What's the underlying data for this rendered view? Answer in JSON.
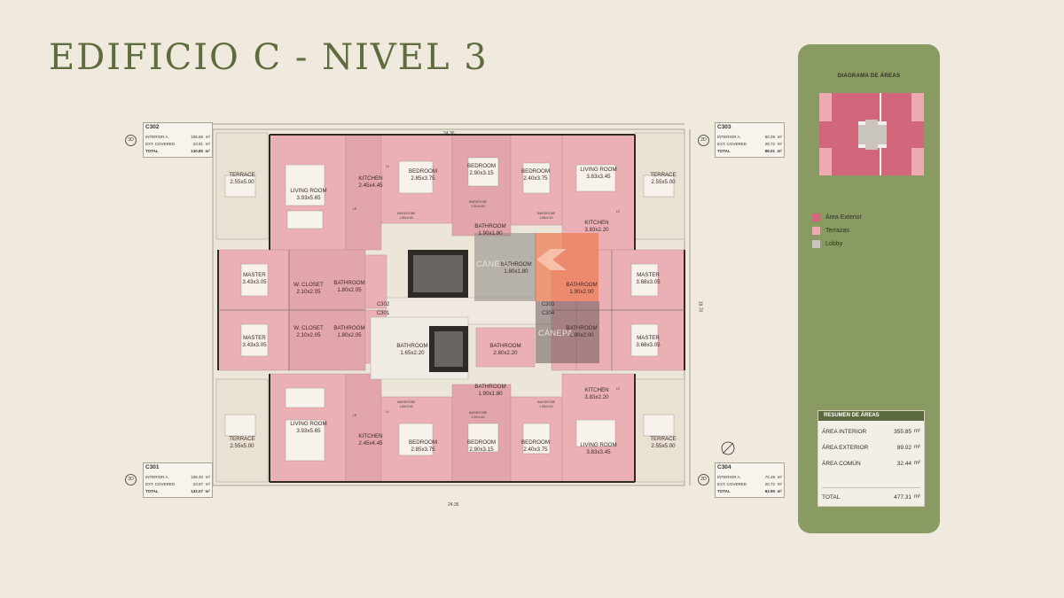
{
  "title": "EDIFICIO C - NIVEL 3",
  "colors": {
    "exterior": "#d2667a",
    "terrazas": "#eeaab1",
    "lobby": "#c9c4bc",
    "panel": "#8a9a63",
    "accent": "#5f6d3e",
    "logo": "#ee7d56"
  },
  "side_panel": {
    "diagram_title": "DIAGRAMA DE ÁREAS",
    "legend": [
      {
        "label": "Área Exterior",
        "color": "#d2667a"
      },
      {
        "label": "Terrazas",
        "color": "#eeaab1"
      },
      {
        "label": "Lobby",
        "color": "#c9c4bc"
      }
    ],
    "summary": {
      "title": "RESUMEN DE ÁREAS",
      "rows": [
        {
          "label": "ÁREA INTERIOR",
          "value": "355.85",
          "unit": "m²"
        },
        {
          "label": "ÁREA EXTERIOR",
          "value": "89.02",
          "unit": "m²"
        },
        {
          "label": "ÁREA COMÚN",
          "value": "32.44",
          "unit": "m²"
        }
      ],
      "total": {
        "label": "TOTAL",
        "value": "477.31",
        "unit": "m²"
      }
    }
  },
  "units": [
    {
      "name": "C302",
      "badge": "3D",
      "interior_label": "INTERIOR A.",
      "interior": "106.89",
      "ext_label": "EXT. COVERED",
      "ext": "23.91",
      "total_label": "TOTAL",
      "total": "130.80",
      "unit": "m²"
    },
    {
      "name": "C303",
      "badge": "2D",
      "interior_label": "INTERIOR A.",
      "interior": "60.29",
      "ext_label": "EXT. COVERED",
      "ext": "28.72",
      "total_label": "TOTAL",
      "total": "89.01",
      "unit": "m²"
    },
    {
      "name": "C301",
      "badge": "3D",
      "interior_label": "INTERIOR A.",
      "interior": "108.40",
      "ext_label": "EXT. COVERED",
      "ext": "23.67",
      "total_label": "TOTAL",
      "total": "132.07",
      "unit": "m²"
    },
    {
      "name": "C304",
      "badge": "2D",
      "interior_label": "INTERIOR A.",
      "interior": "72.28",
      "ext_label": "EXT. COVERED",
      "ext": "20.72",
      "total_label": "TOTAL",
      "total": "92.90",
      "unit": "m²"
    }
  ],
  "dims": {
    "top": "24.36",
    "bottom": "24.36",
    "right": "18.70"
  },
  "rooms": [
    {
      "name": "TERRACE",
      "dim": "2.55x5.00"
    },
    {
      "name": "LIVING ROOM",
      "dim": "3.93x5.65"
    },
    {
      "name": "KITCHEN",
      "dim": "2.45x4.45"
    },
    {
      "name": "BEDROOM",
      "dim": "2.85x3.75"
    },
    {
      "name": "BEDROOM",
      "dim": "2.90x3.15"
    },
    {
      "name": "BEDROOM",
      "dim": "2.40x3.75"
    },
    {
      "name": "LIVING ROOM",
      "dim": "3.83x3.45"
    },
    {
      "name": "TERRACE",
      "dim": "2.55x5.00"
    },
    {
      "name": "BATHROOM",
      "dim": "1.90x1.80"
    },
    {
      "name": "KITCHEN",
      "dim": "3.83x2.20"
    },
    {
      "name": "MASTER",
      "dim": "3.43x3.05"
    },
    {
      "name": "W. CLOSET",
      "dim": "2.10x2.05"
    },
    {
      "name": "BATHROOM",
      "dim": "1.80x2.05"
    },
    {
      "name": "BATHROOM",
      "dim": "1.80x1.80"
    },
    {
      "name": "BATHROOM",
      "dim": "1.90x2.00"
    },
    {
      "name": "MASTER",
      "dim": "3.68x3.05"
    },
    {
      "name": "MASTER",
      "dim": "3.43x3.05"
    },
    {
      "name": "W. CLOSET",
      "dim": "2.10x2.05"
    },
    {
      "name": "BATHROOM",
      "dim": "1.80x2.05"
    },
    {
      "name": "BATHROOM",
      "dim": "1.65x2.20"
    },
    {
      "name": "BATHROOM",
      "dim": "2.80x2.20"
    },
    {
      "name": "BATHROOM",
      "dim": "1.90x2.00"
    },
    {
      "name": "MASTER",
      "dim": "3.68x3.05"
    },
    {
      "name": "BATHROOM",
      "dim": "1.90x1.80"
    },
    {
      "name": "KITCHEN",
      "dim": "3.83x2.20"
    },
    {
      "name": "TERRACE",
      "dim": "2.55x5.00"
    },
    {
      "name": "LIVING ROOM",
      "dim": "3.93x5.65"
    },
    {
      "name": "KITCHEN",
      "dim": "2.45x4.45"
    },
    {
      "name": "BEDROOM",
      "dim": "2.85x3.75"
    },
    {
      "name": "BEDROOM",
      "dim": "2.90x3.15"
    },
    {
      "name": "BEDROOM",
      "dim": "2.40x3.75"
    },
    {
      "name": "LIVING ROOM",
      "dim": "3.83x3.45"
    },
    {
      "name": "TERRACE",
      "dim": "2.55x5.00"
    }
  ],
  "small_labels": {
    "wardrobe": "WARDROBE",
    "wardrobe_dim_a": "1.85x0.60",
    "wardrobe_dim_b": "1.90x0.60",
    "wardrobe_dim_c": "1.65x0.60",
    "lv": "LV",
    "lr": "LR"
  },
  "unit_labels": [
    "C302",
    "C301",
    "C303",
    "C304"
  ],
  "logo_text": "CÁNEPA"
}
